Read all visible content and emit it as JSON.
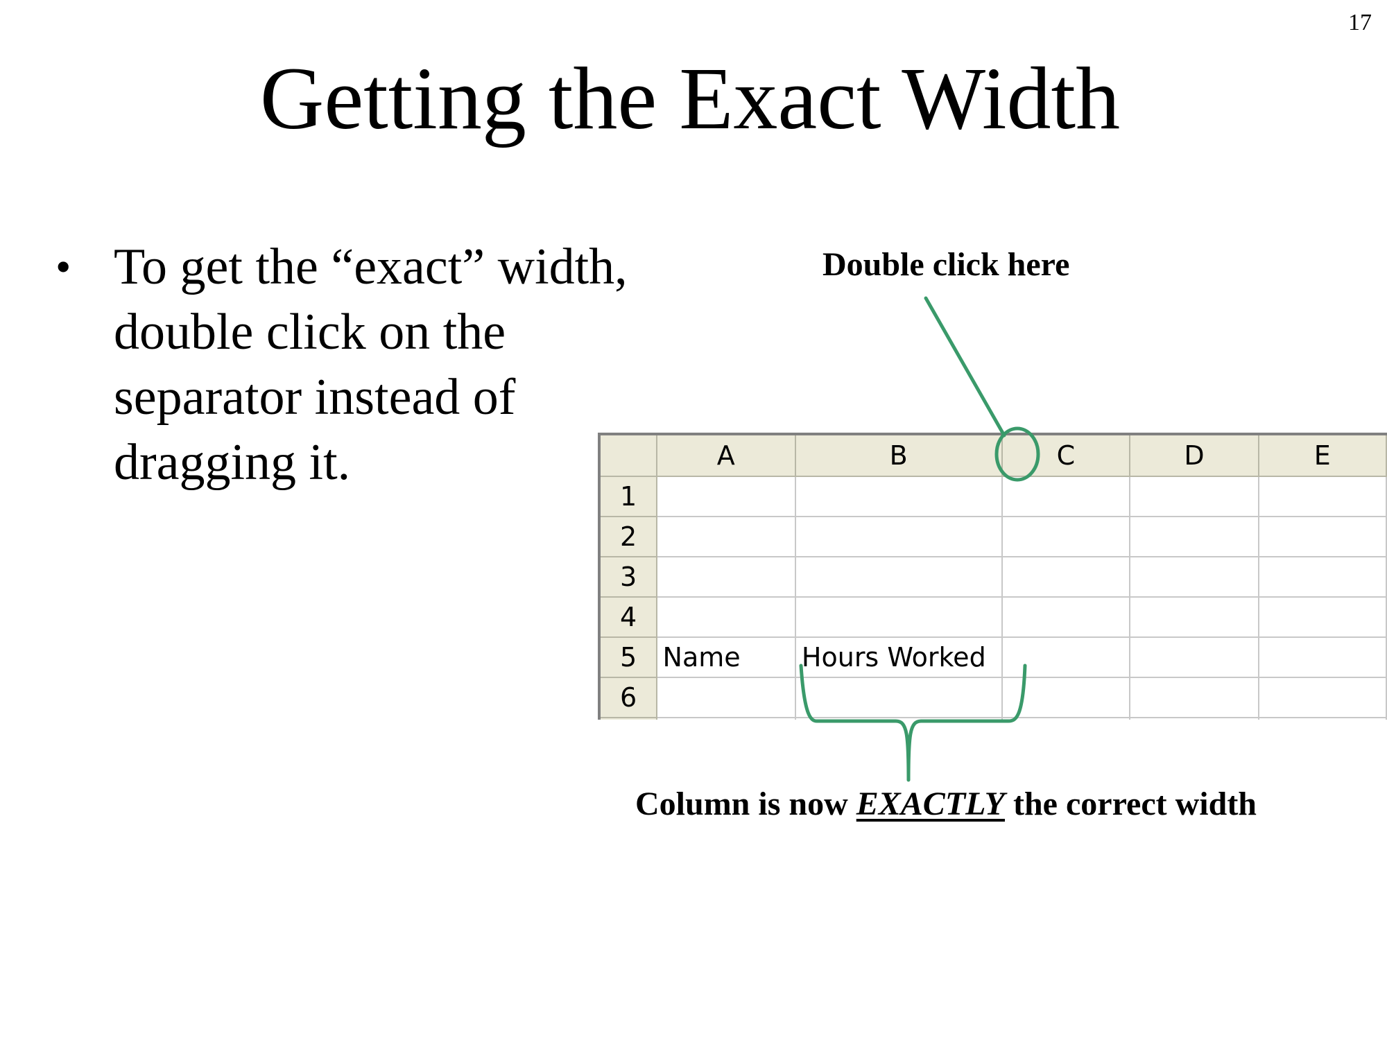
{
  "slide": {
    "number": "17",
    "title": "Getting the Exact Width",
    "bullet": "To get the “exact” width, double click on the separator instead of dragging it.",
    "bullet_symbol": "•"
  },
  "callouts": {
    "top": "Double click here",
    "bottom_prefix": "Column is now ",
    "bottom_emphasis": "EXACTLY",
    "bottom_suffix": " the correct width"
  },
  "spreadsheet": {
    "columns": [
      "A",
      "B",
      "C",
      "D",
      "E"
    ],
    "rows": [
      "1",
      "2",
      "3",
      "4",
      "5",
      "6",
      ""
    ],
    "cells": {
      "A5": "Name",
      "B5": "Hours Worked"
    }
  },
  "colors": {
    "annotation": "#3a9a6a",
    "header_bg": "#ecead9",
    "grid": "#c8c8c8"
  }
}
